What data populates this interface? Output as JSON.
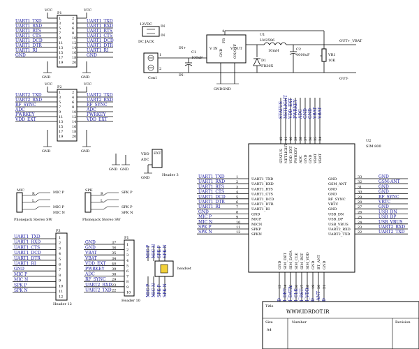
{
  "p1": {
    "ref": "P1",
    "vcc_left": "VCC",
    "vcc_right": "VCC",
    "gnd_left": "GND",
    "gnd_right": "GND",
    "left_nets": [
      "UART1_TXD",
      "UART1_RXD",
      "UART1_RTS",
      "UART1_CTS",
      "UART1_DCD",
      "UART1_DTR",
      "UART1_RI",
      "GND"
    ],
    "right_nets": [
      "UART1_TXD",
      "UART1_RXD",
      "UART1_RTS",
      "UART1_CTS",
      "UART1_DCD",
      "UART1_DTR",
      "UART1_RI",
      "GND"
    ],
    "left_pins": [
      "1",
      "3",
      "5",
      "7",
      "9",
      "11",
      "13",
      "15",
      "17",
      "19"
    ],
    "right_pins": [
      "2",
      "4",
      "6",
      "8",
      "10",
      "12",
      "14",
      "16",
      "18",
      "20"
    ]
  },
  "p2": {
    "ref": "P2",
    "vcc_left": "VCC",
    "vcc_right": "VCC",
    "gnd_left": "GND",
    "gnd_right": "GND",
    "left_nets": [
      "UART2_TXD",
      "UART2_RXD",
      "RF_SYNC",
      "ADC",
      "PWRKEY",
      "VDD_EXT"
    ],
    "right_nets": [
      "UART2_TXD",
      "UART2_RXD",
      "RF_SYNC",
      "ADC",
      "PWRKEY",
      "VDD_EXT"
    ],
    "left_pins": [
      "1",
      "3",
      "5",
      "7",
      "9",
      "11",
      "13",
      "15",
      "17",
      "19"
    ],
    "right_pins": [
      "2",
      "4",
      "6",
      "8",
      "10",
      "12",
      "14",
      "16",
      "18",
      "20"
    ]
  },
  "power": {
    "jack_label": "12VDC",
    "jack_name": "DC JACK",
    "jack_pin_in": "IN",
    "conn": "Con1",
    "vin_net": "IN+",
    "gnd_net": "IN-",
    "reg_vin": "V IN",
    "reg_vout": "V OUT",
    "reg_gnd": "GND",
    "reg_fb": "FB",
    "reg_onoff": "ON/OFF",
    "reg_ref": "U1",
    "reg_part": "LM2596",
    "pin4": "4",
    "inductor": "10mH",
    "diode": "FR30X",
    "diode_ref": "D1",
    "c1": "C1",
    "c1_val": "100uF",
    "c2": "C2",
    "c2_val": "1000uF",
    "pot": "VR1",
    "pot_val": "10K",
    "out_pos": "OUT+_VBAT",
    "out_neg": "OUT-",
    "gndgnd": "GNDGND"
  },
  "adc": {
    "vdd": "VDD",
    "adc": "ADC",
    "ext": "EXT",
    "ref": "Header 3"
  },
  "u2": {
    "ref": "U2",
    "part": "SIM 800",
    "top_pins": [
      "STATUS",
      "NETLIGHT",
      "VDD_EXT",
      "PWRKEY",
      "ADC",
      "GND",
      "GND",
      "VBAT",
      "VBAT"
    ],
    "top_nums": [
      "42",
      "41",
      "40",
      "39",
      "38",
      "37",
      "36",
      "35",
      "34"
    ],
    "left_nets": [
      "UART1_TXD",
      "UART1_RXD",
      "UART1_RTS",
      "UART1_CTS",
      "UART1_DCD",
      "UART1_DTR",
      "UART1_RI",
      "GND",
      "MIC P",
      "MIC N",
      "SPK P",
      "SPK N"
    ],
    "left_pins": [
      "UART1_TXD",
      "UART1_RXD",
      "UART1_RTS",
      "UART1_CTS",
      "UART1_DCD",
      "UART1_DTR",
      "UART1_RI",
      "GND",
      "MICP",
      "MICN",
      "SPKP",
      "SPKN"
    ],
    "left_nums": [
      "1",
      "2",
      "3",
      "4",
      "5",
      "6",
      "7",
      "8",
      "9",
      "10",
      "11",
      "12"
    ],
    "right_pins": [
      "GND",
      "GSM_ANT",
      "GND",
      "GND",
      "RF_SYNC",
      "VRTC",
      "GND",
      "USB_DN",
      "USB_DP",
      "USB_VBUS",
      "UART2_RXD",
      "UART2_TXD"
    ],
    "right_nums": [
      "33",
      "32",
      "31",
      "30",
      "29",
      "28",
      "27",
      "26",
      "25",
      "24",
      "23",
      "22"
    ],
    "right_nets": [
      "GND",
      "GSM-ANT",
      "GND",
      "GND",
      "RF_SYNC",
      "VRTC",
      "GND",
      "USB_DN",
      "USB_DP",
      "USB_VBUS",
      "UART2_RXD",
      "UART2_TXD"
    ],
    "bottom_pins": [
      "GND",
      "SIM_DET",
      "SIM_DATA",
      "SIM_CLK",
      "SIM_RST",
      "SIM_VDD",
      "GND",
      "BT_ANT",
      "GND"
    ],
    "bottom_nums": [
      "13",
      "14",
      "15",
      "16",
      "17",
      "18",
      "19",
      "20",
      "21"
    ]
  },
  "mic": {
    "label": "MIC",
    "name": "Phonejack Stereo SW",
    "r": "R",
    "l": "L",
    "p": "MIC P",
    "n": "MIC N"
  },
  "spk": {
    "label": "SPK",
    "name": "Phonejack Stereo SW",
    "r": "R",
    "l": "L",
    "p": "SPK P",
    "n": "SPK N"
  },
  "p3": {
    "ref": "P3",
    "name": "Header 12",
    "nets": [
      "UART1_TXD",
      "UART1_RXD",
      "UART1_CTS",
      "UART1_DCD",
      "UART1_DTR",
      "UART1_RI",
      "GND",
      "MIC P",
      "MIC N",
      "SPK P",
      "SPK N"
    ],
    "pins": [
      "1",
      "2",
      "3",
      "4",
      "5",
      "6",
      "7",
      "8",
      "9",
      "10",
      "11",
      "12"
    ]
  },
  "p1b": {
    "ref": "P1",
    "name": "Header 10",
    "nets": [
      "GND",
      "GND",
      "VBAT",
      "VBAT",
      "VDD_EXT",
      "PWRKEY",
      "ADC",
      "RF_SYNC",
      "UART2_RXD",
      "UART2_TXD"
    ],
    "pins": [
      "37",
      "36",
      "35",
      "34",
      "40",
      "39",
      "38",
      "29",
      "23",
      "22"
    ]
  },
  "headset": {
    "label": "headset",
    "pins": [
      "MIC P",
      "MIC N",
      "SPK P",
      "SPK N"
    ]
  },
  "title_block": {
    "title": "Title",
    "url": "WWW.IDRDOT.IR",
    "size": "Size",
    "size_val": "A4",
    "number": "Number",
    "revision": "Revision"
  }
}
